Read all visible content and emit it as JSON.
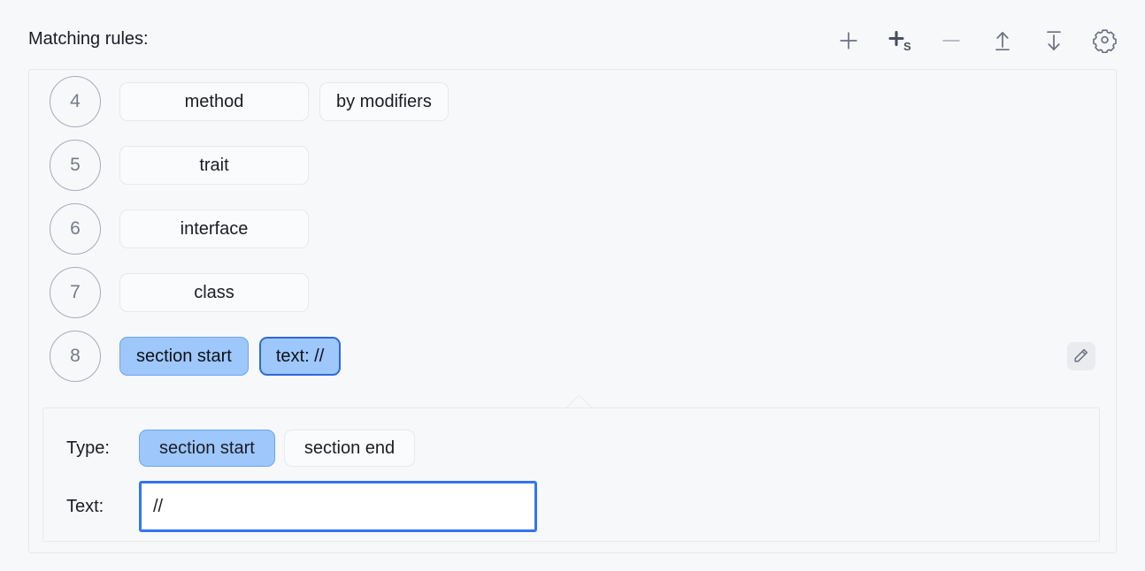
{
  "header": {
    "title": "Matching rules:",
    "toolbar": [
      {
        "name": "add-rule-button",
        "icon": "plus-icon",
        "label": "Add",
        "enabled": true
      },
      {
        "name": "add-section-rule-button",
        "icon": "plus-s-icon",
        "label": "Add section rule",
        "enabled": true
      },
      {
        "name": "remove-rule-button",
        "icon": "minus-icon",
        "label": "Remove",
        "enabled": false
      },
      {
        "name": "move-up-button",
        "icon": "arrow-up-to-line-icon",
        "label": "Move up",
        "enabled": true
      },
      {
        "name": "move-down-button",
        "icon": "arrow-down-to-line-icon",
        "label": "Move down",
        "enabled": true
      },
      {
        "name": "settings-button",
        "icon": "gear-icon",
        "label": "Settings",
        "enabled": true
      }
    ]
  },
  "rules": [
    {
      "index": "4",
      "chips": [
        {
          "label": "method",
          "selected": false,
          "focused": false
        },
        {
          "label": "by modifiers",
          "selected": false,
          "focused": false
        }
      ],
      "has_edit_button": false,
      "row_selected": false
    },
    {
      "index": "5",
      "chips": [
        {
          "label": "trait",
          "selected": false,
          "focused": false
        }
      ],
      "has_edit_button": false,
      "row_selected": false
    },
    {
      "index": "6",
      "chips": [
        {
          "label": "interface",
          "selected": false,
          "focused": false
        }
      ],
      "has_edit_button": false,
      "row_selected": false
    },
    {
      "index": "7",
      "chips": [
        {
          "label": "class",
          "selected": false,
          "focused": false
        }
      ],
      "has_edit_button": false,
      "row_selected": false
    },
    {
      "index": "8",
      "chips": [
        {
          "label": "section start",
          "selected": true,
          "focused": false
        },
        {
          "label": "text: //",
          "selected": true,
          "focused": true
        }
      ],
      "has_edit_button": true,
      "row_selected": true
    }
  ],
  "detail": {
    "type_label": "Type:",
    "type_options": [
      {
        "label": "section start",
        "active": true
      },
      {
        "label": "section end",
        "active": false
      }
    ],
    "text_label": "Text:",
    "text_value": "//",
    "text_placeholder": ""
  },
  "colors": {
    "page_background": "#f7f8fa",
    "chip_selected_fill": "#9ec7fb",
    "chip_selected_border": "#6aa5f2",
    "chip_focus_border": "#2f68d8",
    "input_focus_border": "#3574f0",
    "icon_color": "#6c707e",
    "icon_disabled_color": "#b9bdc4",
    "circle_border": "#a7acb6",
    "panel_border": "#e6e8ec"
  }
}
